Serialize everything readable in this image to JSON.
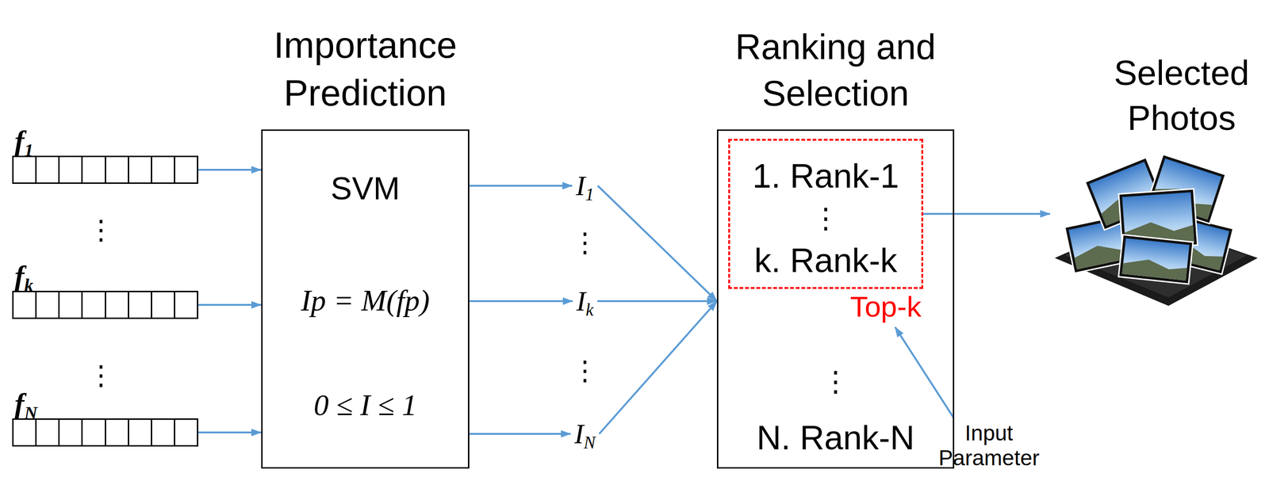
{
  "diagram": {
    "nodes": [
      {
        "text": [
          "f1"
        ]
      },
      {
        "text": [
          "fk"
        ]
      },
      {
        "text": [
          "fN"
        ]
      },
      {
        "text": [
          "Importance Prediction",
          "SVM",
          "Ip = M(fp)",
          "0 ≤ I ≤ 1"
        ]
      },
      {
        "text": [
          "I1"
        ]
      },
      {
        "text": [
          "Ik"
        ]
      },
      {
        "text": [
          "IN"
        ]
      },
      {
        "text": [
          "Ranking and Selection",
          "⋮",
          "N. Rank-N"
        ]
      },
      {
        "text": [
          "1. Rank-1",
          "⋮",
          "k. Rank-k",
          "Top-k"
        ],
        "in": 7
      },
      {
        "text": [
          "Selected Photos"
        ]
      },
      {
        "text": [
          "Input Parameter"
        ]
      }
    ],
    "edges": [
      {
        "from": 0,
        "to": 3,
        "arrow": "to"
      },
      {
        "from": 1,
        "to": 3,
        "arrow": "to"
      },
      {
        "from": 2,
        "to": 3,
        "arrow": "to"
      },
      {
        "from": 3,
        "to": 4,
        "arrow": "to"
      },
      {
        "from": 3,
        "to": 5,
        "arrow": "to"
      },
      {
        "from": 3,
        "to": 6,
        "arrow": "to"
      },
      {
        "from": 4,
        "to": 7,
        "arrow": "to"
      },
      {
        "from": 5,
        "to": 7,
        "arrow": "to"
      },
      {
        "from": 6,
        "to": 7,
        "arrow": "to"
      },
      {
        "from": 8,
        "to": 9,
        "arrow": "to"
      },
      {
        "from": 10,
        "to": 8,
        "arrow": "to"
      }
    ],
    "labels": [
      "⋮",
      "⋮",
      "⋮",
      "⋮"
    ]
  }
}
